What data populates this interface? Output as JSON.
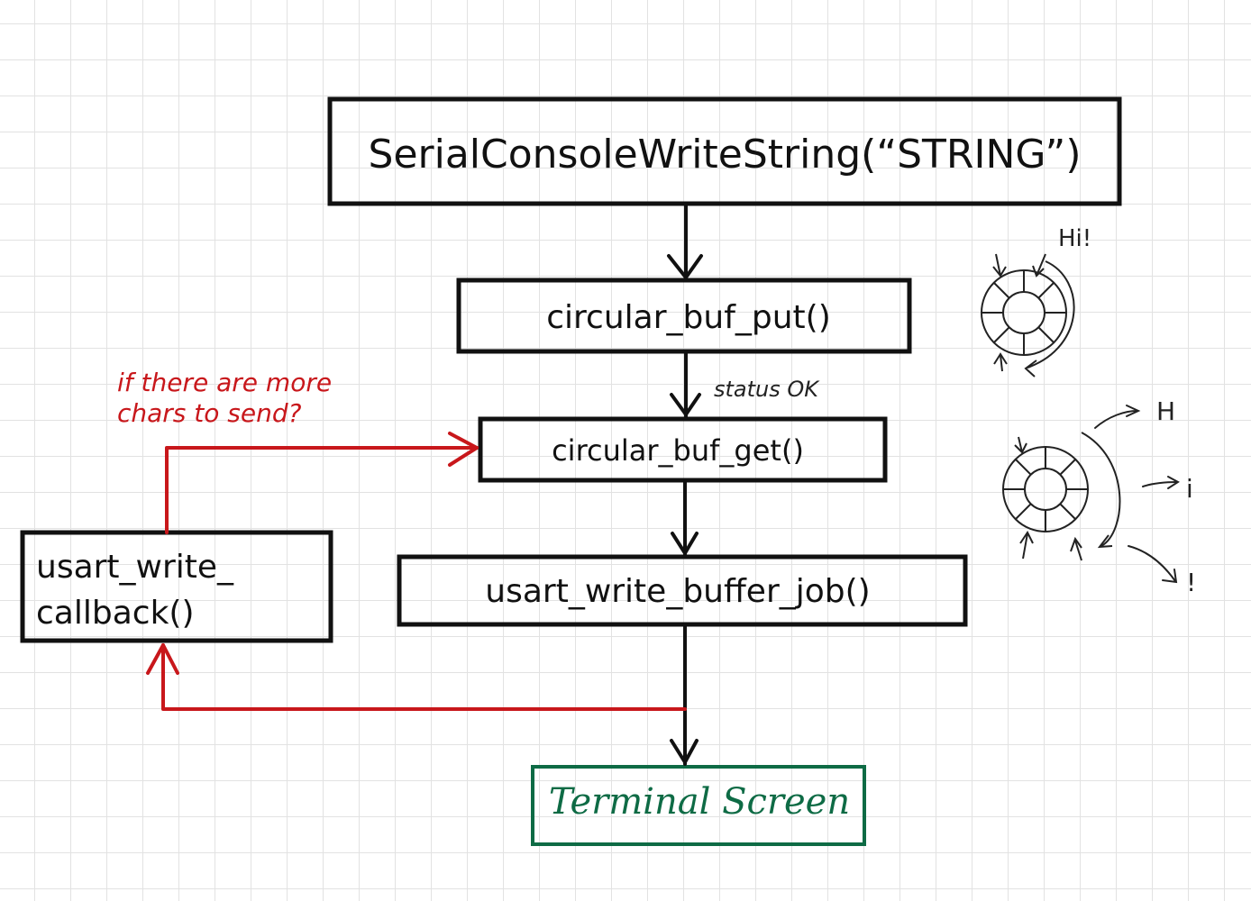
{
  "boxes": {
    "write_string": "SerialConsoleWriteString(“STRING”)",
    "buf_put": "circular_buf_put()",
    "buf_get": "circular_buf_get()",
    "write_job": "usart_write_buffer_job()",
    "callback_line1": "usart_write_",
    "callback_line2": "callback()",
    "terminal": "Terminal Screen"
  },
  "edge_labels": {
    "status_ok": "status OK",
    "loop_note_line1": "if there are more",
    "loop_note_line2": "chars to send?"
  },
  "side_sketch": {
    "top_note": "Hi!",
    "out_chars": [
      "H",
      "i",
      "!"
    ]
  },
  "colors": {
    "main": "#111111",
    "loop": "#c8171b",
    "terminal": "#0e6b45"
  }
}
